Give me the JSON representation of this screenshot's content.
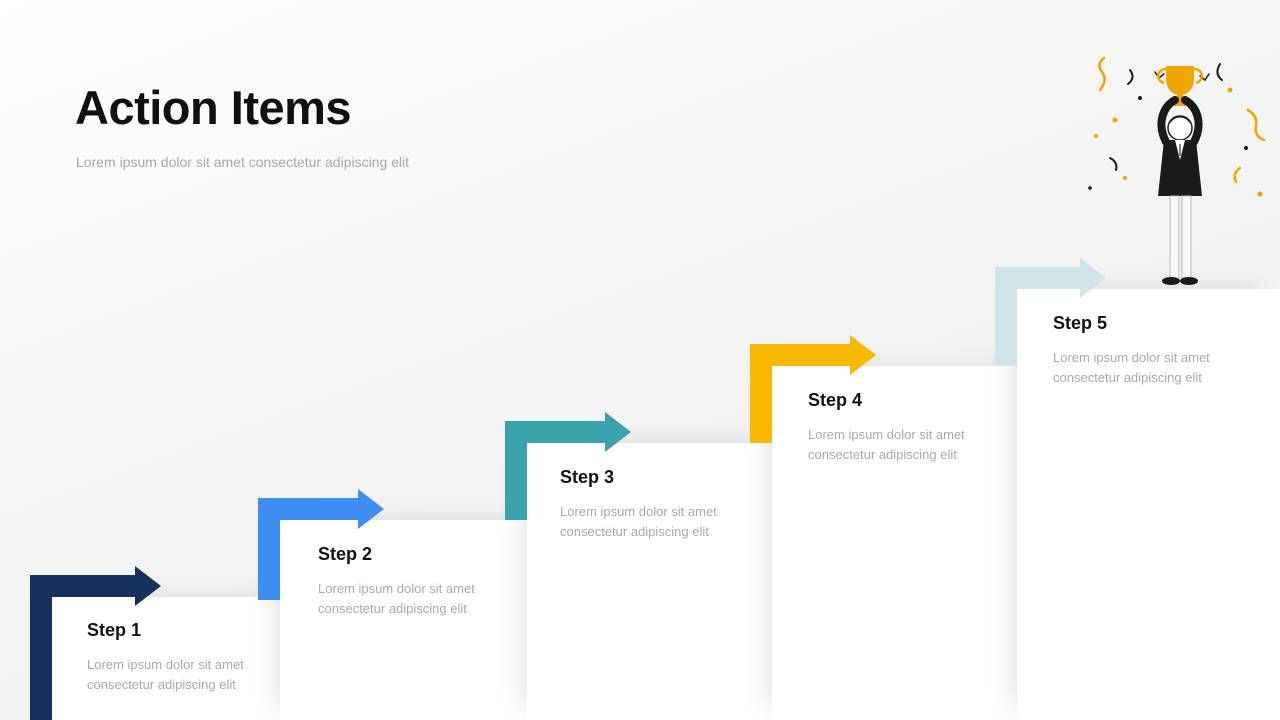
{
  "slide": {
    "title": "Action Items",
    "subtitle": "Lorem ipsum dolor sit amet consectetur adipiscing elit"
  },
  "steps": [
    {
      "label": "Step 1",
      "description": "Lorem ipsum dolor sit amet consectetur adipiscing elit",
      "color": "#15325f"
    },
    {
      "label": "Step 2",
      "description": "Lorem ipsum dolor sit amet consectetur adipiscing elit",
      "color": "#3e8df2"
    },
    {
      "label": "Step 3",
      "description": "Lorem ipsum dolor sit amet consectetur adipiscing elit",
      "color": "#3aa2ac"
    },
    {
      "label": "Step 4",
      "description": "Lorem ipsum dolor sit amet consectetur adipiscing elit",
      "color": "#f8b800"
    },
    {
      "label": "Step 5",
      "description": "Lorem ipsum dolor sit amet consectetur adipiscing elit",
      "color": "#cfe5ea"
    }
  ],
  "illustration": {
    "name": "man-celebrating-with-trophy",
    "trophy_color": "#f0a500",
    "suit_color": "#1a1a1a",
    "confetti_color": "#f0a500"
  }
}
